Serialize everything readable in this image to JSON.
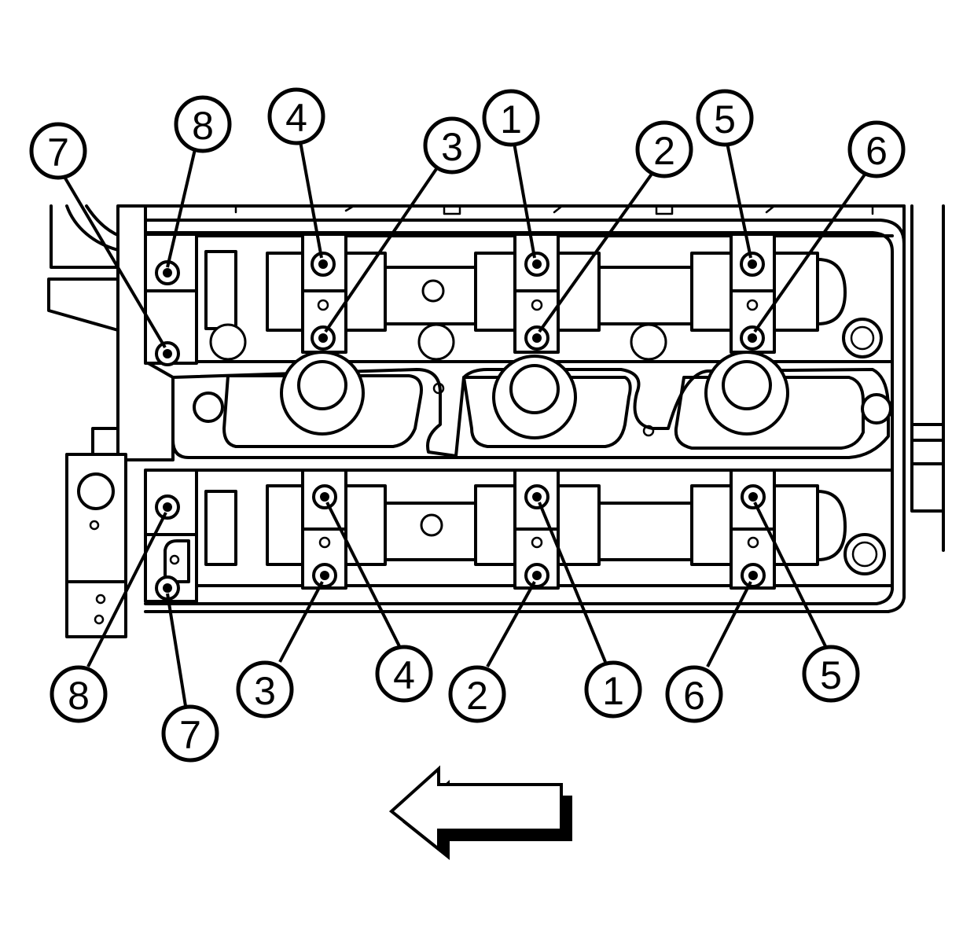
{
  "callouts": {
    "top": [
      "8",
      "7",
      "4",
      "3",
      "1",
      "2",
      "5",
      "6"
    ],
    "bottom": [
      "8",
      "7",
      "3",
      "4",
      "2",
      "1",
      "6",
      "5"
    ]
  }
}
